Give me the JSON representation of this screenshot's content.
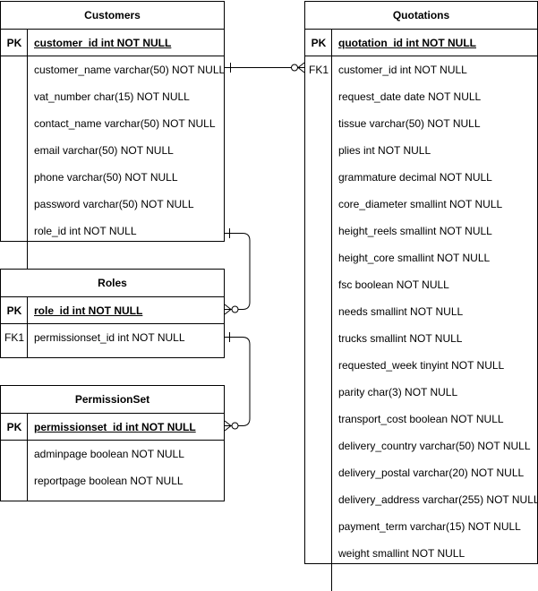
{
  "entities": {
    "customers": {
      "title": "Customers",
      "pk_label": "PK",
      "pk_field": "customer_id int NOT NULL",
      "fields": [
        "customer_name varchar(50) NOT NULL",
        "vat_number char(15) NOT NULL",
        "contact_name varchar(50) NOT NULL",
        "email varchar(50) NOT NULL",
        "phone varchar(50) NOT NULL",
        "password varchar(50) NOT NULL",
        "role_id int NOT NULL"
      ]
    },
    "roles": {
      "title": "Roles",
      "pk_label": "PK",
      "pk_field": "role_id int NOT NULL",
      "fk_label": "FK1",
      "fields": [
        "permissionset_id int NOT NULL"
      ]
    },
    "permissionset": {
      "title": "PermissionSet",
      "pk_label": "PK",
      "pk_field": "permissionset_id int NOT NULL",
      "fields": [
        "adminpage boolean NOT NULL",
        "reportpage boolean NOT NULL"
      ]
    },
    "quotations": {
      "title": "Quotations",
      "pk_label": "PK",
      "pk_field": "quotation_id int NOT NULL",
      "fk_label": "FK1",
      "fields": [
        "customer_id int NOT NULL",
        "request_date date NOT NULL",
        "tissue varchar(50) NOT NULL",
        "plies int NOT NULL",
        "grammature decimal NOT NULL",
        "core_diameter smallint NOT NULL",
        "height_reels smallint NOT NULL",
        "height_core smallint NOT NULL",
        "fsc boolean NOT NULL",
        "needs smallint NOT NULL",
        "trucks smallint NOT NULL",
        "requested_week tinyint NOT NULL",
        "parity char(3) NOT NULL",
        "transport_cost boolean NOT NULL",
        "delivery_country varchar(50) NOT NULL",
        "delivery_postal varchar(20) NOT NULL",
        "delivery_address varchar(255) NOT NULL",
        "payment_term varchar(15) NOT NULL",
        "weight smallint NOT NULL"
      ]
    }
  }
}
